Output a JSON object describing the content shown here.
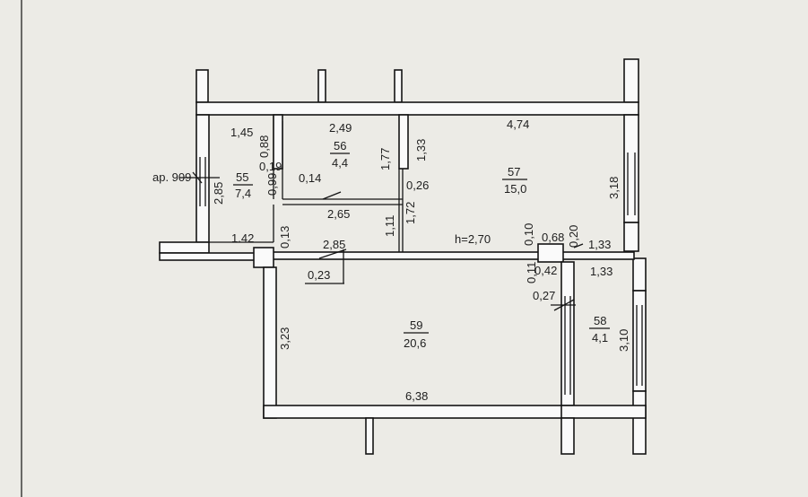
{
  "plan": {
    "apartment_label": "ар. 909",
    "rooms": [
      {
        "id": "55",
        "number": "55",
        "area": "7,4"
      },
      {
        "id": "56",
        "number": "56",
        "area": "4,4"
      },
      {
        "id": "57",
        "number": "57",
        "area": "15,0"
      },
      {
        "id": "58",
        "number": "58",
        "area": "4,1"
      },
      {
        "id": "59",
        "number": "59",
        "area": "20,6"
      }
    ],
    "dimensions": {
      "d_1_45": "1,45",
      "d_0_88": "0,88",
      "d_0_19": "0,19",
      "d_0_99": "0,99",
      "d_2_49": "2,49",
      "d_1_77": "1,77",
      "d_1_33v": "1,33",
      "d_4_74": "4,74",
      "d_2_85v": "2,85",
      "d_0_14": "0,14",
      "d_0_26": "0,26",
      "d_3_18": "3,18",
      "d_2_65": "2,65",
      "d_1_11": "1,11",
      "d_1_72": "1,72",
      "d_1_42": "1.42",
      "d_0_13": "0,13",
      "d_2_85h": "2,85",
      "h_2_70": "h=2,70",
      "d_0_10": "0,10",
      "d_0_68": "0,68",
      "d_0_20": "0,20",
      "d_1_33a": "1,33",
      "d_0_23": "0,23",
      "d_0_11": "0,11",
      "d_0_42": "0,42",
      "d_1_33b": "1,33",
      "d_0_27": "0,27",
      "d_3_23": "3,23",
      "d_3_10": "3,10",
      "d_6_38": "6,38"
    }
  }
}
